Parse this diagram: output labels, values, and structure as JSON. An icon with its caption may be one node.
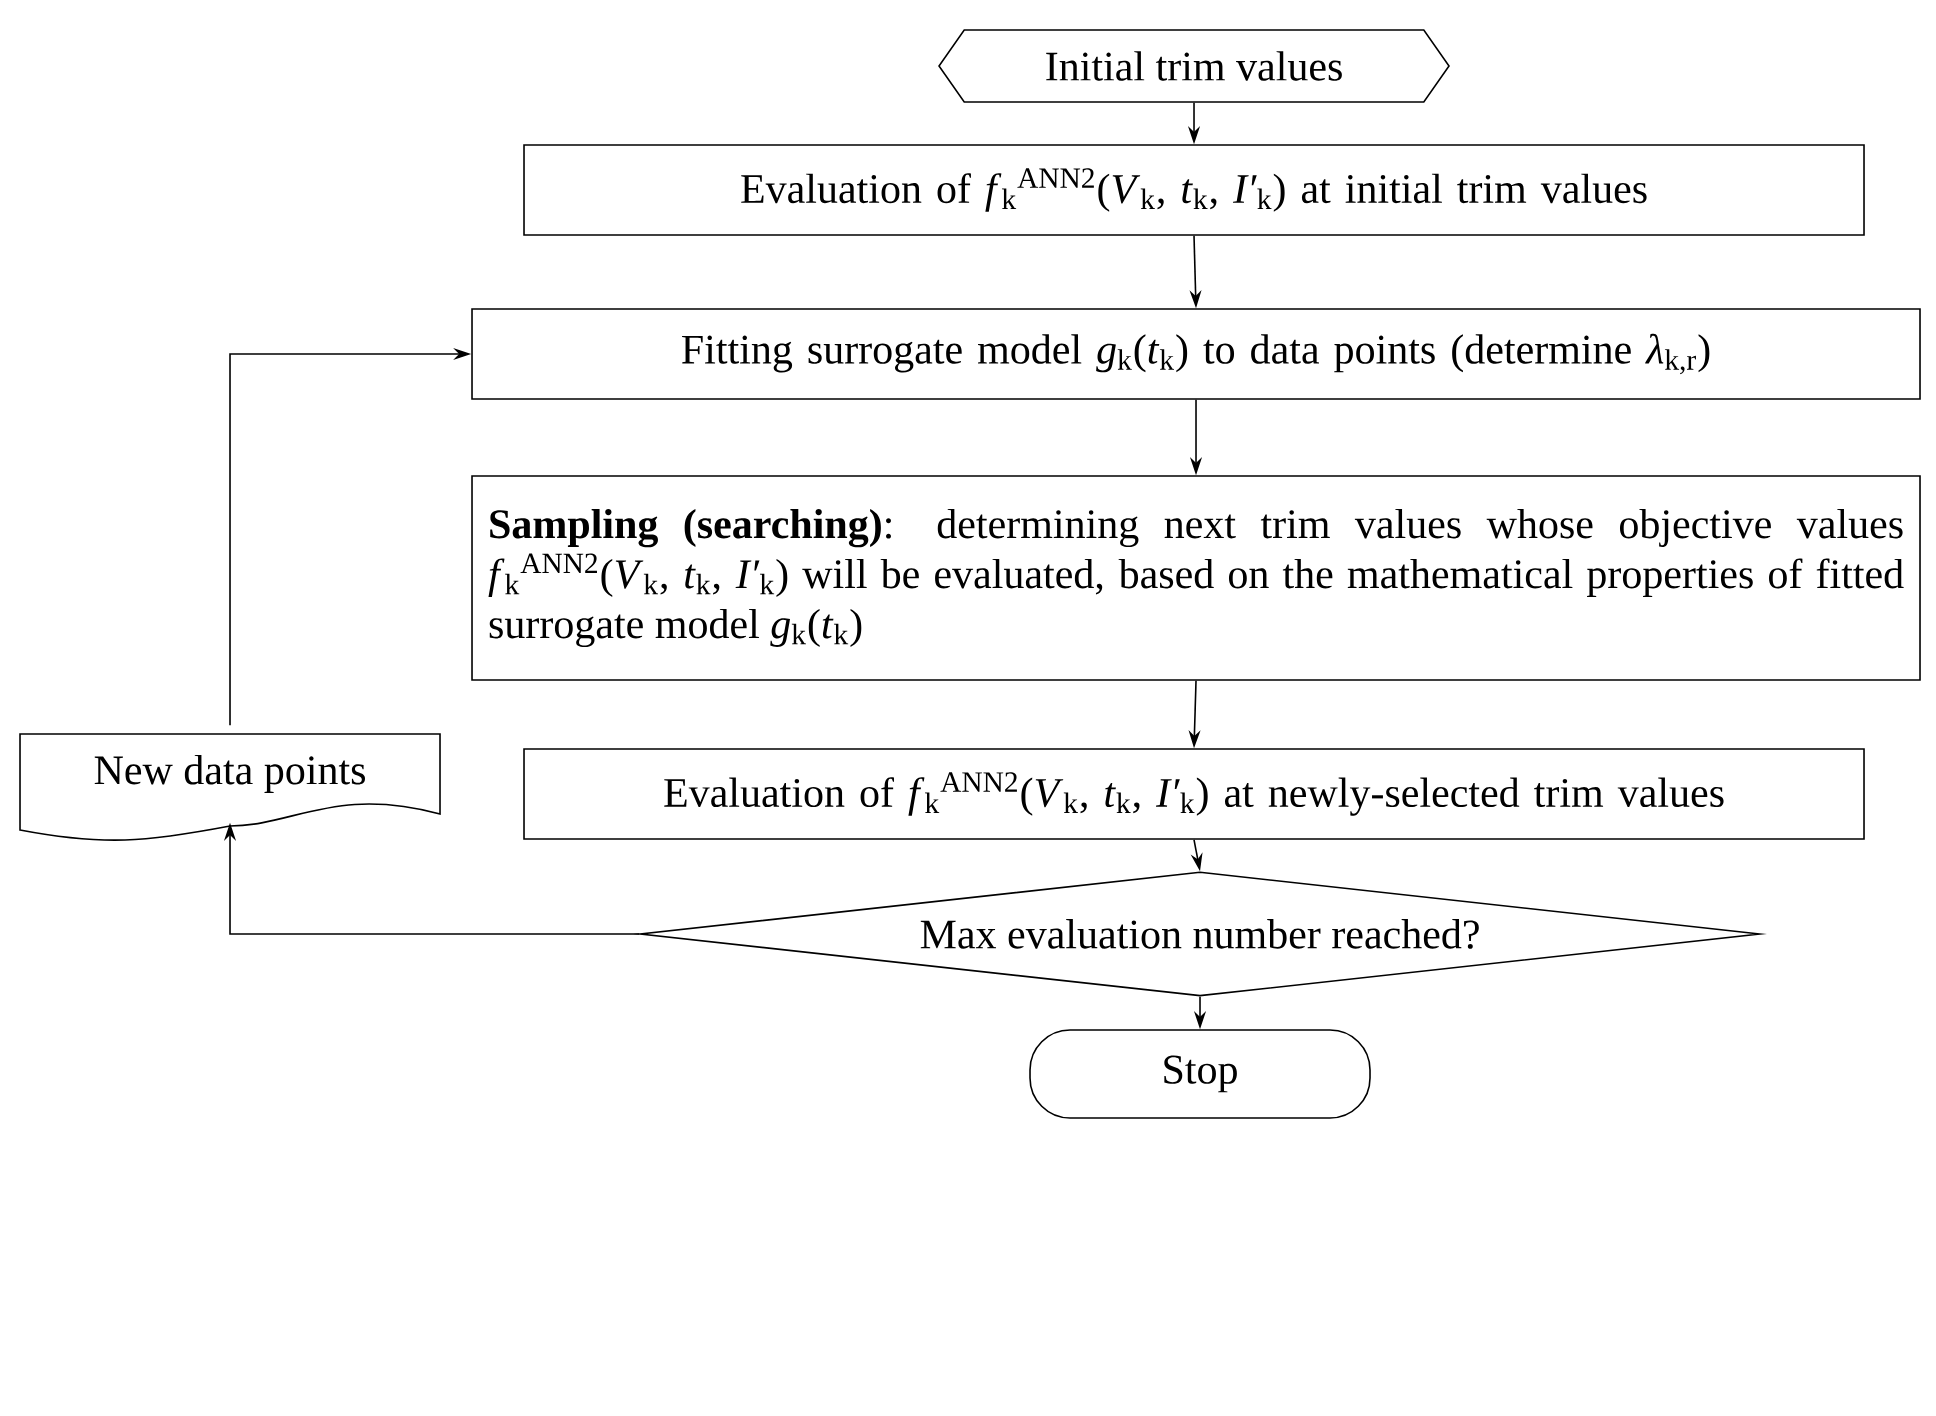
{
  "diagram": {
    "nodes": [
      {
        "text": [
          "Initial trim values"
        ]
      },
      {
        "text": [
          "Evaluation of *f*$_{k}$$^{ANN2}$(*V*$_{k}$, *t*$_{k}$, *I′*$_{k}$) at initial trim values"
        ]
      },
      {
        "text": [
          "Fitting surrogate model *g*$_{k}$(*t*$_{k}$) to data points (determine *λ*$_{k,r}$)"
        ]
      },
      {
        "text": [
          "**Sampling (searching)**: determining next trim values whose objective values *f*$_{k}$$^{ANN2}$(*V*$_{k}$, *t*$_{k}$, *I′*$_{k}$) will be evaluated, based on the mathematical properties of fitted surrogate model *g*$_{k}$(*t*$_{k}$)"
        ]
      },
      {
        "text": [
          "Evaluation of *f*$_{k}$$^{ANN2}$(*V*$_{k}$, *t*$_{k}$, *I′*$_{k}$) at newly-selected trim values"
        ]
      },
      {
        "text": [
          "Max evaluation number reached?"
        ]
      },
      {
        "text": [
          "Stop"
        ]
      },
      {
        "text": [
          "New data points"
        ]
      }
    ],
    "edges": [
      {
        "from": 0,
        "to": 1,
        "arrow": "to"
      },
      {
        "from": 1,
        "to": 2,
        "arrow": "to"
      },
      {
        "from": 2,
        "to": 3,
        "arrow": "to"
      },
      {
        "from": 3,
        "to": 4,
        "arrow": "to"
      },
      {
        "from": 4,
        "to": 5,
        "arrow": "to"
      },
      {
        "from": 5,
        "to": 6,
        "arrow": "to"
      },
      {
        "from": 5,
        "to": 7,
        "arrow": "to"
      },
      {
        "from": 7,
        "to": 2,
        "arrow": "to"
      }
    ]
  }
}
